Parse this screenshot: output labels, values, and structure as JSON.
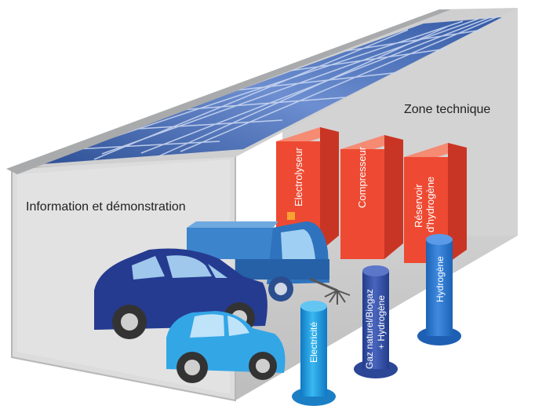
{
  "zones": {
    "info": "Information et démonstration",
    "technical": "Zone technique"
  },
  "equipment": {
    "electrolyser": "Electrolyseur",
    "compressor": "Compresseur",
    "reservoir_line1": "Réservoir",
    "reservoir_line2": "d'hydrogène"
  },
  "pillars": {
    "electricity": "Electricité",
    "gas_line1": "Gaz naturel/Biogaz",
    "gas_line2": "+ Hydrogène",
    "hydrogen": "Hydrogène"
  },
  "colors": {
    "building_gray": "#d9d9da",
    "cabinet_red": "#e94a35",
    "cyan_pillar": "#1b9ae0",
    "navy_pillar": "#344fa6",
    "solar_blue": "#3c5ea8"
  }
}
